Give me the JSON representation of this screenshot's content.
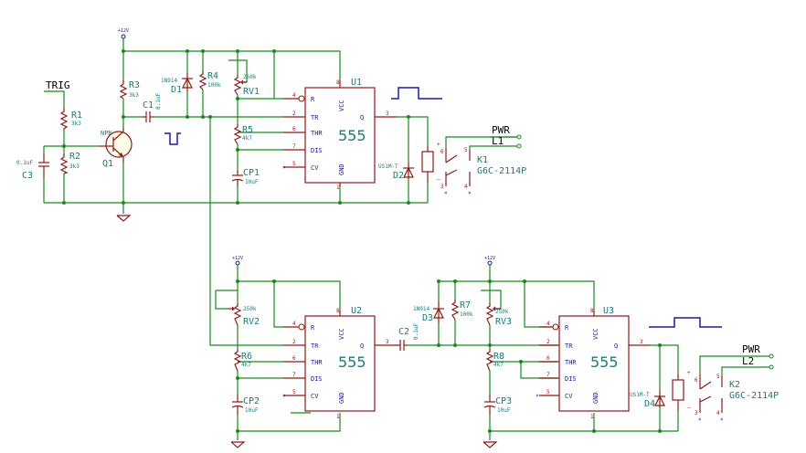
{
  "power": {
    "vcc": "+12V"
  },
  "nets": {
    "trig": "TRIG",
    "pwr": "PWR",
    "l1": "L1",
    "l2": "L2"
  },
  "u1": {
    "ref": "U1",
    "type": "555",
    "r": "R",
    "tr": "TR",
    "thr": "THR",
    "dis": "DIS",
    "cv": "CV",
    "vcc": "VCC",
    "gnd": "GND",
    "q": "Q"
  },
  "u2": {
    "ref": "U2",
    "type": "555",
    "r": "R",
    "tr": "TR",
    "thr": "THR",
    "dis": "DIS",
    "cv": "CV",
    "vcc": "VCC",
    "gnd": "GND",
    "q": "Q"
  },
  "u3": {
    "ref": "U3",
    "type": "555",
    "r": "R",
    "tr": "TR",
    "thr": "THR",
    "dis": "DIS",
    "cv": "CV",
    "vcc": "VCC",
    "gnd": "GND",
    "q": "Q"
  },
  "r1": {
    "ref": "R1",
    "value": "3k3"
  },
  "r2": {
    "ref": "R2",
    "value": "3k3"
  },
  "r3": {
    "ref": "R3",
    "value": "3k3"
  },
  "r4": {
    "ref": "R4",
    "value": "100k"
  },
  "r5": {
    "ref": "R5",
    "value": "4k7"
  },
  "r6": {
    "ref": "R6",
    "value": "4k7"
  },
  "r7": {
    "ref": "R7",
    "value": "100k"
  },
  "r8": {
    "ref": "R8",
    "value": "4k7"
  },
  "rv1": {
    "ref": "RV1",
    "value": "250k"
  },
  "rv2": {
    "ref": "RV2",
    "value": "250k"
  },
  "rv3": {
    "ref": "RV3",
    "value": "250k"
  },
  "c1": {
    "ref": "C1",
    "value": "0.1uF"
  },
  "c2": {
    "ref": "C2",
    "value": "0.1uF"
  },
  "c3": {
    "ref": "C3",
    "value": "0.1uF"
  },
  "cp1": {
    "ref": "CP1",
    "value": "10uF"
  },
  "cp2": {
    "ref": "CP2",
    "value": "10uF"
  },
  "cp3": {
    "ref": "CP3",
    "value": "10uF"
  },
  "d1": {
    "ref": "D1",
    "value": "1N914"
  },
  "d2": {
    "ref": "D2",
    "value": "US1M-T"
  },
  "d3": {
    "ref": "D3",
    "value": "1N914"
  },
  "d4": {
    "ref": "D4",
    "value": "US1M-T"
  },
  "q1": {
    "ref": "Q1",
    "type": "NPN"
  },
  "k1": {
    "ref": "K1",
    "value": "G6C-2114P"
  },
  "k2": {
    "ref": "K2",
    "value": "G6C-2114P"
  }
}
